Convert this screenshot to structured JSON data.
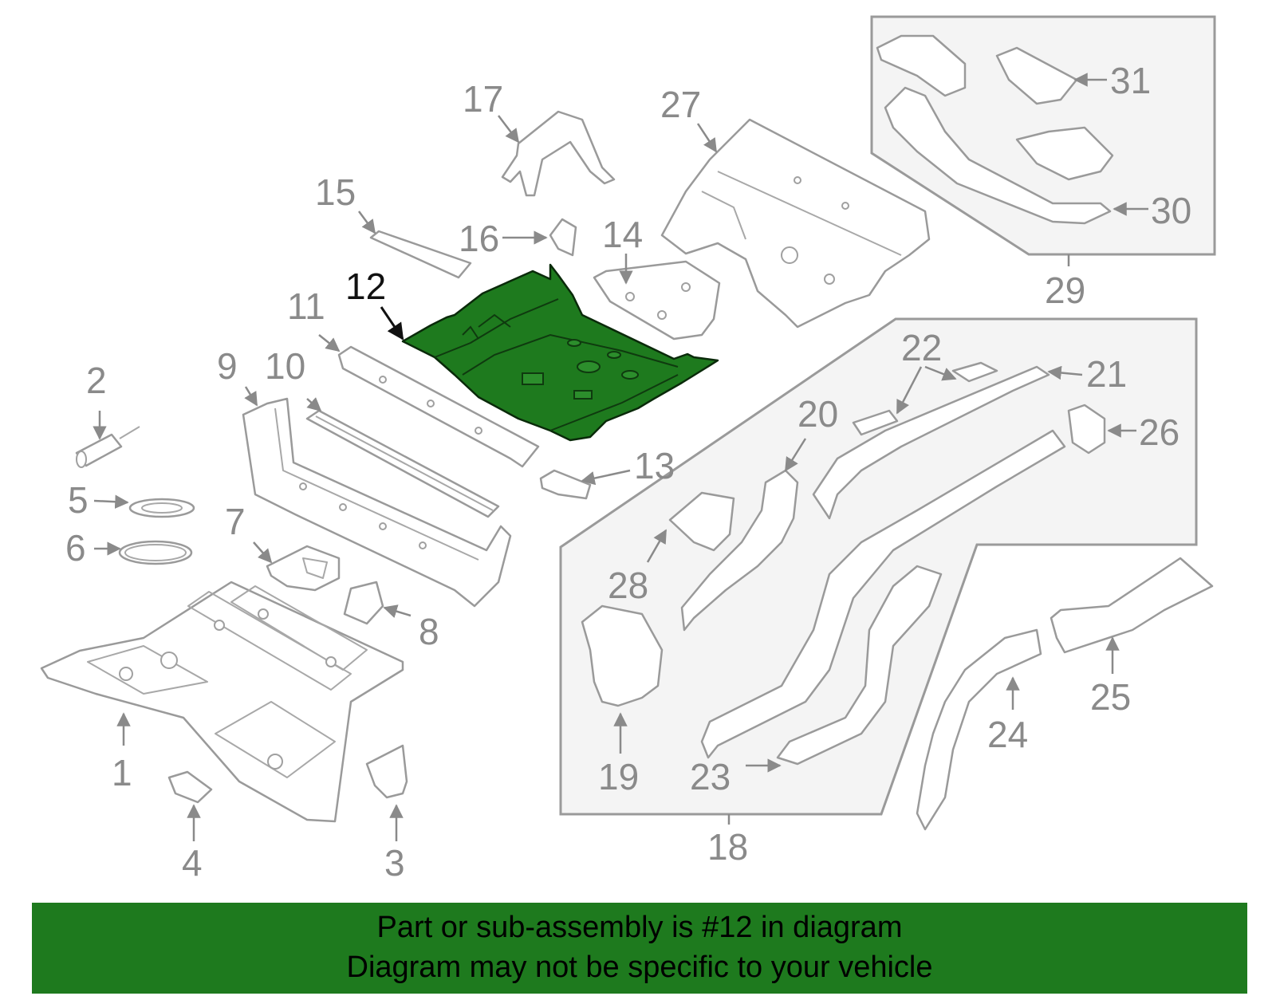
{
  "colors": {
    "highlight": "#1e7a1e",
    "line": "#9a9a9a",
    "label": "#8a8a8a"
  },
  "diagram": {
    "highlighted_part": "12",
    "callouts": [
      "1",
      "2",
      "3",
      "4",
      "5",
      "6",
      "7",
      "8",
      "9",
      "10",
      "11",
      "12",
      "13",
      "14",
      "15",
      "16",
      "17",
      "18",
      "19",
      "20",
      "21",
      "22",
      "23",
      "24",
      "25",
      "26",
      "27",
      "28",
      "29",
      "30",
      "31"
    ]
  },
  "banner": {
    "line1": "Part or sub-assembly is #12 in diagram",
    "line2": "Diagram may not be specific to your vehicle"
  }
}
